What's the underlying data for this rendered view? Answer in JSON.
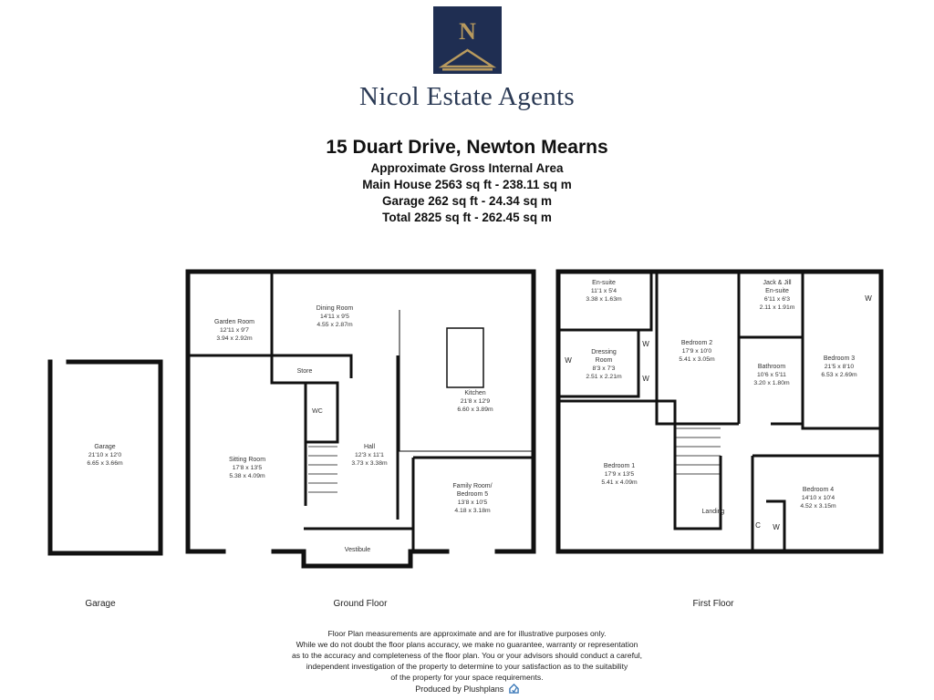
{
  "brand": {
    "logo_letter": "N",
    "name": "Nicol Estate Agents",
    "colors": {
      "navy": "#1f2e52",
      "gold": "#b89a5e"
    }
  },
  "property": {
    "title": "15 Duart Drive, Newton Mearns",
    "area_heading": "Approximate Gross Internal Area",
    "main_house": "Main House 2563 sq ft - 238.11 sq m",
    "garage": "Garage 262 sq ft - 24.34 sq m",
    "total": "Total 2825 sq ft - 262.45 sq m"
  },
  "floors": {
    "garage_label": "Garage",
    "ground_label": "Ground Floor",
    "first_label": "First Floor"
  },
  "rooms": {
    "garage": {
      "name": "Garage",
      "dim1": "21'10 x 12'0",
      "dim2": "6.65 x 3.66m"
    },
    "garden_room": {
      "name": "Garden Room",
      "dim1": "12'11 x 9'7",
      "dim2": "3.94 x 2.92m"
    },
    "dining_room": {
      "name": "Dining Room",
      "dim1": "14'11 x 9'5",
      "dim2": "4.55 x 2.87m"
    },
    "store": {
      "name": "Store"
    },
    "wc": {
      "name": "WC"
    },
    "kitchen": {
      "name": "Kitchen",
      "dim1": "21'8 x 12'9",
      "dim2": "6.60 x 3.89m"
    },
    "sitting_room": {
      "name": "Sitting Room",
      "dim1": "17'8 x 13'5",
      "dim2": "5.38 x 4.09m"
    },
    "hall": {
      "name": "Hall",
      "dim1": "12'3 x 11'1",
      "dim2": "3.73 x 3.38m"
    },
    "family_room": {
      "name1": "Family Room/",
      "name2": "Bedroom 5",
      "dim1": "13'8 x 10'5",
      "dim2": "4.18 x 3.18m"
    },
    "vestibule": {
      "name": "Vestibule"
    },
    "ensuite": {
      "name": "En-suite",
      "dim1": "11'1 x 5'4",
      "dim2": "3.38 x 1.63m"
    },
    "dressing_room": {
      "name1": "Dressing",
      "name2": "Room",
      "dim1": "8'3 x 7'3",
      "dim2": "2.51 x 2.21m"
    },
    "bedroom2": {
      "name": "Bedroom 2",
      "dim1": "17'9 x 10'0",
      "dim2": "5.41 x 3.05m"
    },
    "jj_ensuite": {
      "name1": "Jack & Jill",
      "name2": "En-suite",
      "dim1": "6'11 x 6'3",
      "dim2": "2.11 x 1.91m"
    },
    "bathroom": {
      "name": "Bathroom",
      "dim1": "10'6 x 5'11",
      "dim2": "3.20 x 1.80m"
    },
    "bedroom3": {
      "name": "Bedroom 3",
      "dim1": "21'5 x 8'10",
      "dim2": "6.53 x 2.69m"
    },
    "bedroom1": {
      "name": "Bedroom 1",
      "dim1": "17'9 x 13'5",
      "dim2": "5.41 x 4.09m"
    },
    "landing": {
      "name": "Landing"
    },
    "bedroom4": {
      "name": "Bedroom 4",
      "dim1": "14'10 x 10'4",
      "dim2": "4.52 x 3.15m"
    },
    "marks": {
      "wardrobe": "W",
      "cupboard": "C"
    }
  },
  "disclaimer": {
    "line1": "Floor Plan measurements are approximate and are for illustrative purposes only.",
    "line2": "While we do not doubt the floor plans accuracy, we make no guarantee, warranty or representation",
    "line3": "as to the accuracy and completeness of the floor plan. You or your advisors should conduct a careful,",
    "line4": "independent investigation of the property to determine to your satisfaction as to the suitability",
    "line5": "of the property for your space requirements."
  },
  "footer": {
    "produced_by": "Produced by Plushplans"
  }
}
